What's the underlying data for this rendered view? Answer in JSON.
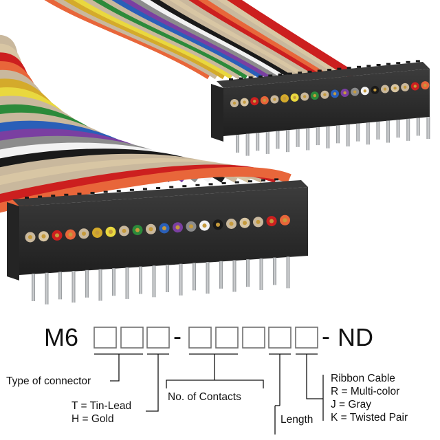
{
  "part_number": {
    "prefix": "M6",
    "separator": "-",
    "suffix": "ND"
  },
  "legend": {
    "connector_type": "Type of connector",
    "plating_tin": "T = Tin-Lead",
    "plating_gold": "H = Gold",
    "contacts": "No. of Contacts",
    "length": "Length",
    "ribbon_title": "Ribbon Cable",
    "ribbon_r": "R = Multi-color",
    "ribbon_j": "J = Gray",
    "ribbon_k": "K = Twisted Pair"
  },
  "colors": {
    "wire_palette": [
      "#c9b89d",
      "#d8c6a4",
      "#cc1f1f",
      "#e8663a",
      "#d4aa2b",
      "#e9d83f",
      "#2c8a3a",
      "#2a5fb8",
      "#7a3fa1",
      "#8c8c8c",
      "#f2f2f2",
      "#1a1a1a"
    ],
    "housing": "#2b2b2b",
    "housing_top": "#3a3a3a",
    "pin": "#b9bcbf"
  },
  "icons": {
    "front_connector": "ribbon-connector-front",
    "back_connector": "ribbon-connector-back"
  }
}
